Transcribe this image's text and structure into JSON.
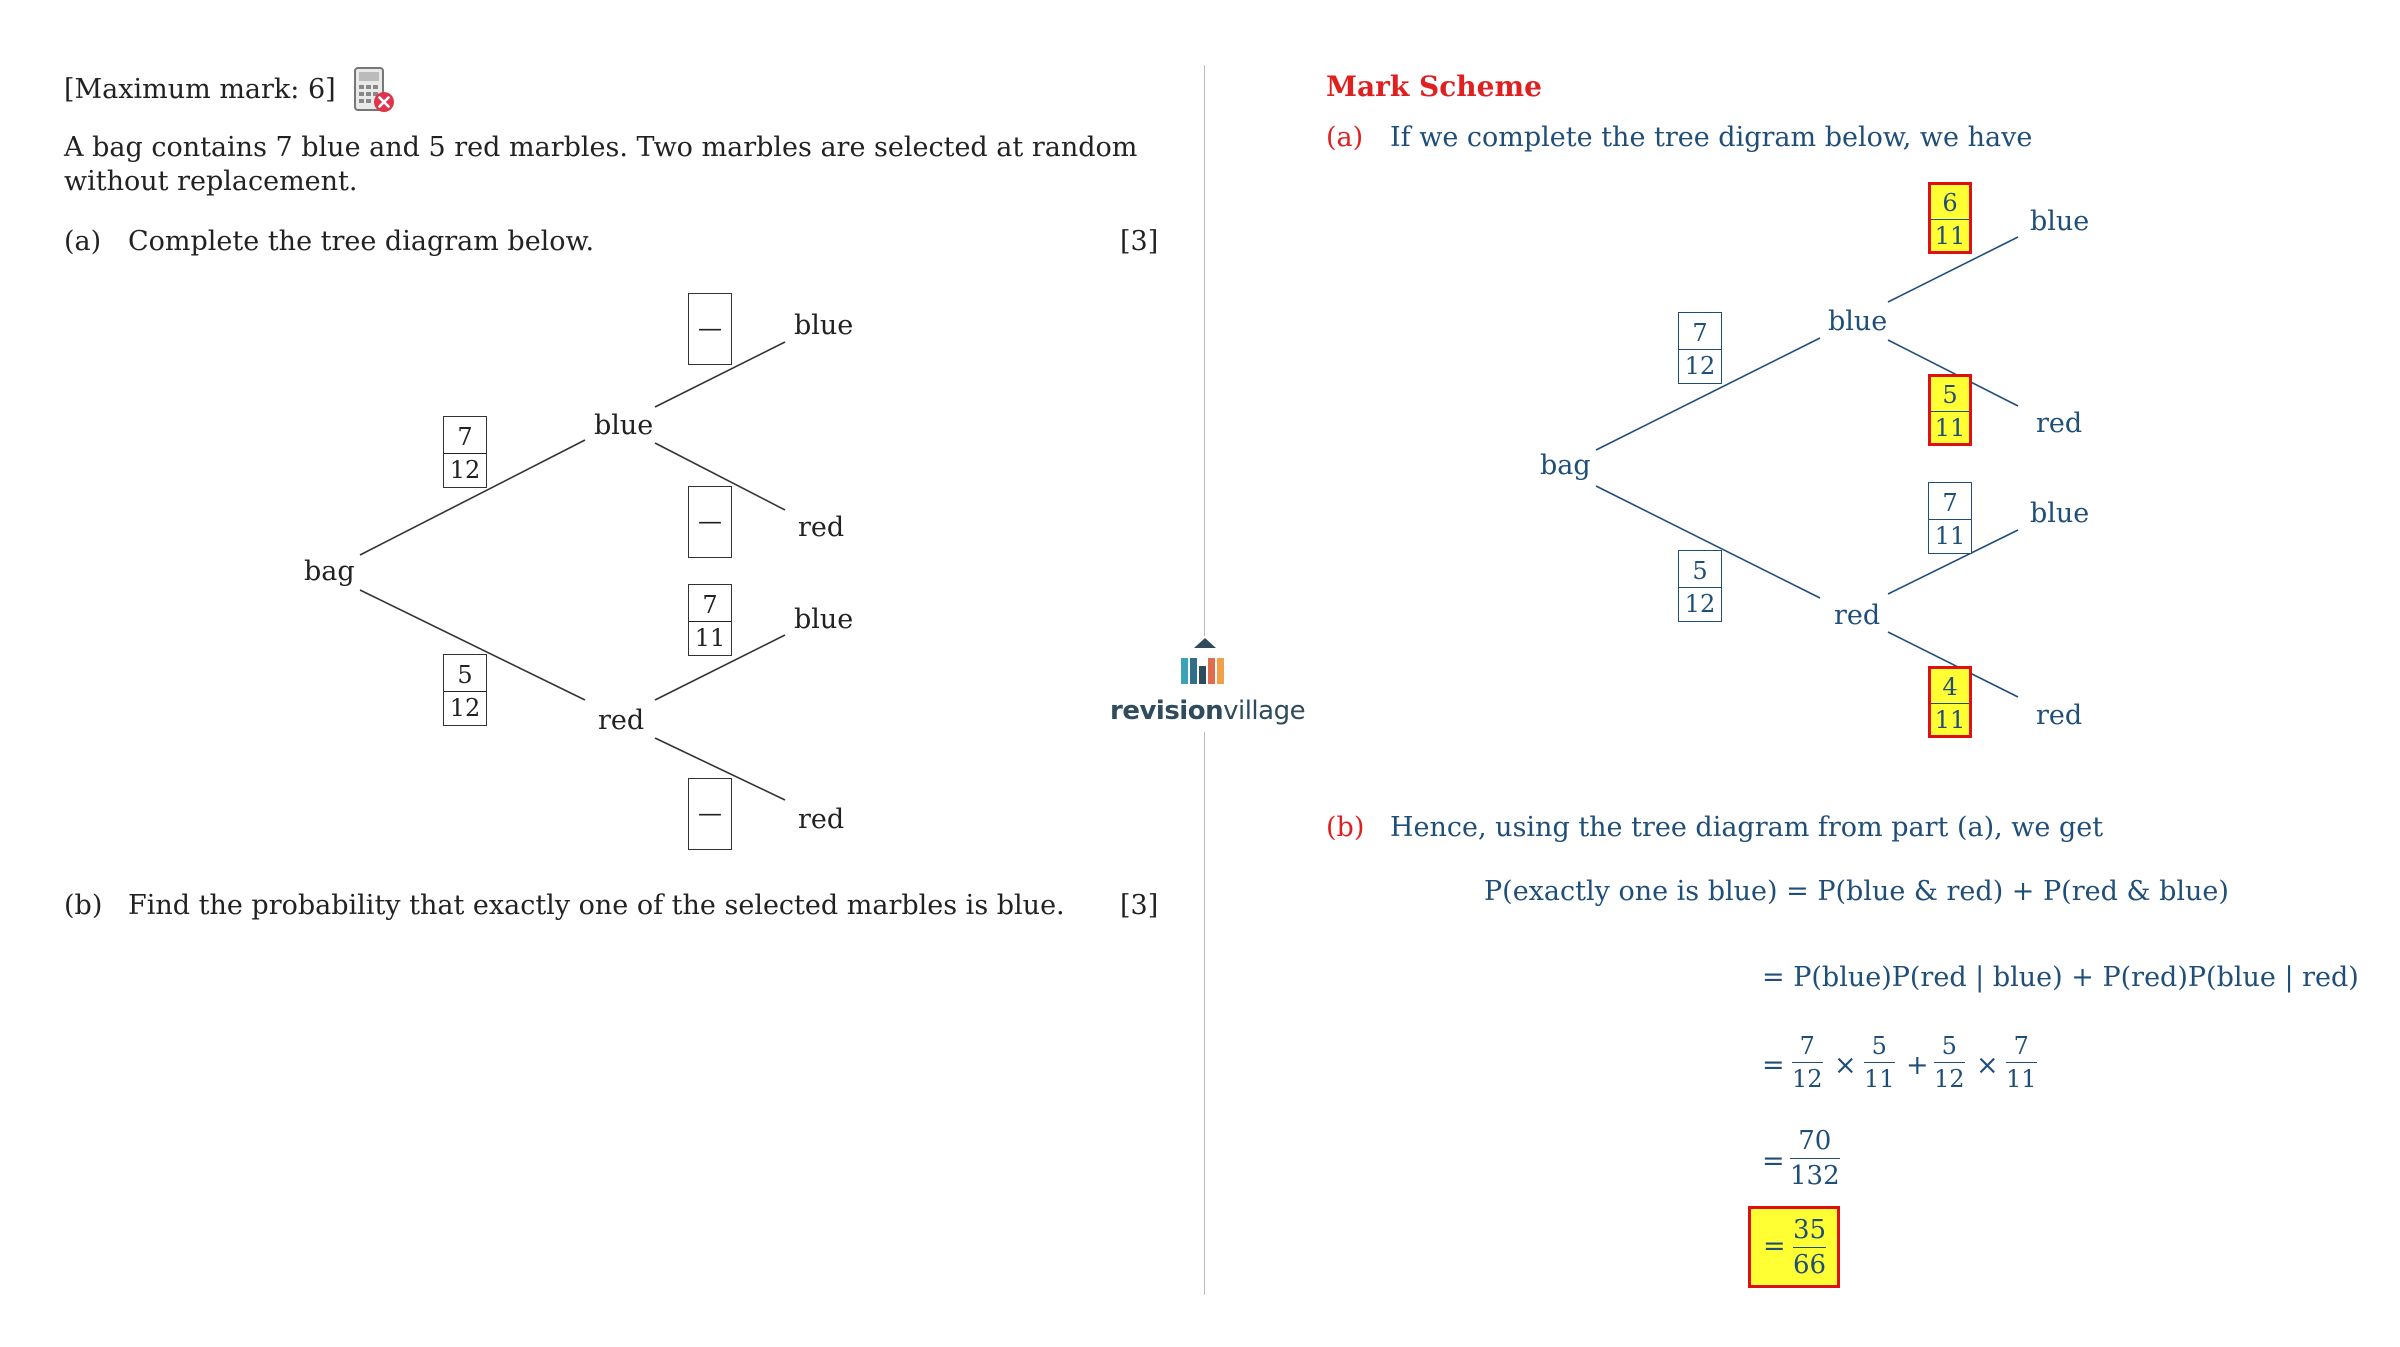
{
  "question": {
    "max_mark": "[Maximum mark: 6]",
    "calculator_icon": "calculator-not-allowed-icon",
    "stem_line1": "A bag contains 7 blue and 5 red marbles. Two marbles are selected at random",
    "stem_line2": "without replacement.",
    "part_a_label": "(a)",
    "part_a_text": "Complete the tree diagram below.",
    "part_a_marks": "[3]",
    "part_b_label": "(b)",
    "part_b_text": "Find the probability that exactly one of the selected marbles is blue.",
    "part_b_marks": "[3]",
    "tree": {
      "root": "bag",
      "first_blue": "blue",
      "first_red": "red",
      "p_blue_num": "7",
      "p_blue_den": "12",
      "p_red_num": "5",
      "p_red_den": "12",
      "bb_label": "blue",
      "br_label": "red",
      "rb_label": "blue",
      "rr_label": "red",
      "rb_num": "7",
      "rb_den": "11",
      "blank_mark": "—"
    }
  },
  "logo": {
    "word_bold": "revision",
    "word_light": "village",
    "icon": "revision-village-logo-icon"
  },
  "markscheme": {
    "title": "Mark Scheme",
    "a_label": "(a)",
    "a_text": "If we complete the tree digram below, we have",
    "tree": {
      "root": "bag",
      "first_blue": "blue",
      "first_red": "red",
      "p_blue_num": "7",
      "p_blue_den": "12",
      "p_red_num": "5",
      "p_red_den": "12",
      "bb_label": "blue",
      "bb_num": "6",
      "bb_den": "11",
      "br_label": "red",
      "br_num": "5",
      "br_den": "11",
      "rb_label": "blue",
      "rb_num": "7",
      "rb_den": "11",
      "rr_label": "red",
      "rr_num": "4",
      "rr_den": "11"
    },
    "b_label": "(b)",
    "b_text": "Hence, using the tree diagram from part (a), we get",
    "line1": "P(exactly one is blue) = P(blue & red) + P(red & blue)",
    "line2": "= P(blue)P(red | blue) + P(red)P(blue | red)",
    "line3": {
      "eq": "=",
      "f1n": "7",
      "f1d": "12",
      "times1": "×",
      "f2n": "5",
      "f2d": "11",
      "plus": "+",
      "f3n": "5",
      "f3d": "12",
      "times2": "×",
      "f4n": "7",
      "f4d": "11"
    },
    "line4": {
      "eq": "=",
      "num": "70",
      "den": "132"
    },
    "line5": {
      "eq": "=",
      "num": "35",
      "den": "66"
    }
  }
}
